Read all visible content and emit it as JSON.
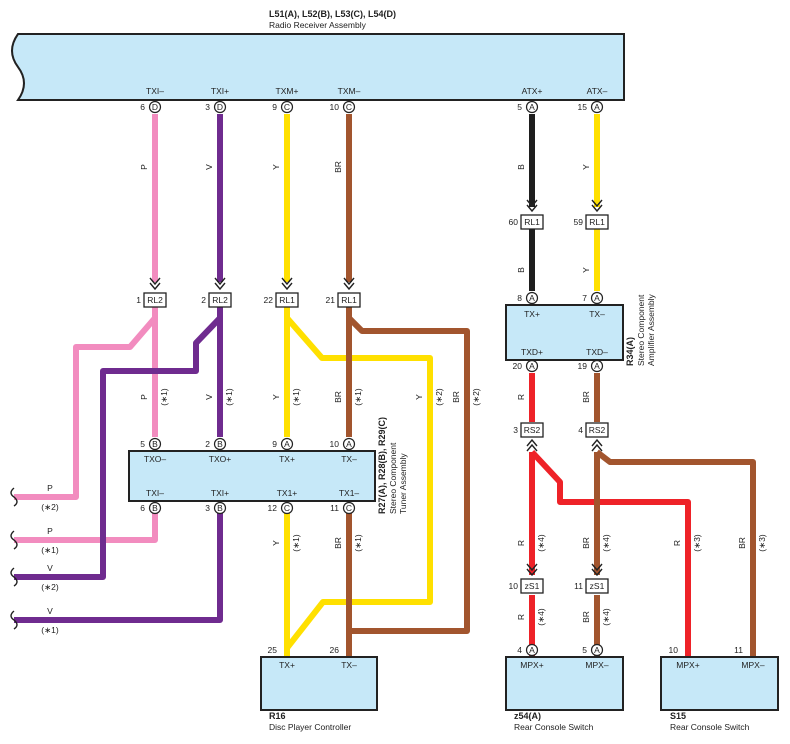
{
  "components": {
    "radio": {
      "codes": "L51(A), L52(B), L53(C), L54(D)",
      "name": "Radio Receiver Assembly"
    },
    "tuner": {
      "codes": "R27(A), R28(B), R29(C)",
      "name1": "Stereo Component",
      "name2": "Tuner Assembly"
    },
    "amplifier": {
      "code": "R34(A)",
      "name1": "Stereo Component",
      "name2": "Amplifier Assembly"
    },
    "disc": {
      "code": "R16",
      "name": "Disc Player Controller"
    },
    "z54": {
      "code": "z54(A)",
      "name": "Rear Console Switch"
    },
    "s15": {
      "code": "S15",
      "name": "Rear Console Switch"
    }
  },
  "radio_pins": [
    {
      "label": "TXI–",
      "pin": "6",
      "conn": "D"
    },
    {
      "label": "TXI+",
      "pin": "3",
      "conn": "D"
    },
    {
      "label": "TXM+",
      "pin": "9",
      "conn": "C"
    },
    {
      "label": "TXM–",
      "pin": "10",
      "conn": "C"
    },
    {
      "label": "ATX+",
      "pin": "5",
      "conn": "A"
    },
    {
      "label": "ATX–",
      "pin": "15",
      "conn": "A"
    }
  ],
  "tuner_top_pins": [
    {
      "label": "TXO–",
      "pin": "5",
      "conn": "B"
    },
    {
      "label": "TXO+",
      "pin": "2",
      "conn": "B"
    },
    {
      "label": "TX+",
      "pin": "9",
      "conn": "A"
    },
    {
      "label": "TX–",
      "pin": "10",
      "conn": "A"
    }
  ],
  "tuner_bottom_pins": [
    {
      "label": "TXI–",
      "pin": "6",
      "conn": "B"
    },
    {
      "label": "TXI+",
      "pin": "3",
      "conn": "B"
    },
    {
      "label": "TX1+",
      "pin": "12",
      "conn": "C"
    },
    {
      "label": "TX1–",
      "pin": "11",
      "conn": "C"
    }
  ],
  "amp_top_pins": [
    {
      "label": "TX+",
      "pin": "8",
      "conn": "A"
    },
    {
      "label": "TX–",
      "pin": "7",
      "conn": "A"
    }
  ],
  "amp_bottom_pins": [
    {
      "label": "TXD+",
      "pin": "20",
      "conn": "A"
    },
    {
      "label": "TXD–",
      "pin": "19",
      "conn": "A"
    }
  ],
  "disc_pins": [
    {
      "label": "TX+",
      "pin": "25"
    },
    {
      "label": "TX–",
      "pin": "26"
    }
  ],
  "z54_pins": [
    {
      "label": "MPX+",
      "pin": "4",
      "conn": "A"
    },
    {
      "label": "MPX–",
      "pin": "5",
      "conn": "A"
    }
  ],
  "s15_pins": [
    {
      "label": "MPX+",
      "pin": "10"
    },
    {
      "label": "MPX–",
      "pin": "11"
    }
  ],
  "junctions": {
    "rl2_a": {
      "pin": "1",
      "code": "RL2"
    },
    "rl2_b": {
      "pin": "2",
      "code": "RL2"
    },
    "rl1_a": {
      "pin": "22",
      "code": "RL1"
    },
    "rl1_b": {
      "pin": "21",
      "code": "RL1"
    },
    "rl1_c": {
      "pin": "60",
      "code": "RL1"
    },
    "rl1_d": {
      "pin": "59",
      "code": "RL1"
    },
    "rs2_a": {
      "pin": "3",
      "code": "RS2"
    },
    "rs2_b": {
      "pin": "4",
      "code": "RS2"
    },
    "zs1_a": {
      "pin": "10",
      "code": "zS1"
    },
    "zs1_b": {
      "pin": "11",
      "code": "zS1"
    }
  },
  "wire_colors": {
    "P": "#f28cbf",
    "V": "#6f2b8f",
    "Y": "#ffe000",
    "BR": "#a2552e",
    "B": "#1e1e1e",
    "R": "#ee2228"
  },
  "wire_labels": {
    "p": "P",
    "v": "V",
    "y": "Y",
    "br": "BR",
    "b": "B",
    "r": "R",
    "n1": "(∗1)",
    "n2": "(∗2)",
    "n3": "(∗3)",
    "n4": "(∗4)"
  },
  "left_wires": [
    {
      "code": "P",
      "note": "(∗2)"
    },
    {
      "code": "P",
      "note": "(∗1)"
    },
    {
      "code": "V",
      "note": "(∗2)"
    },
    {
      "code": "V",
      "note": "(∗1)"
    }
  ]
}
